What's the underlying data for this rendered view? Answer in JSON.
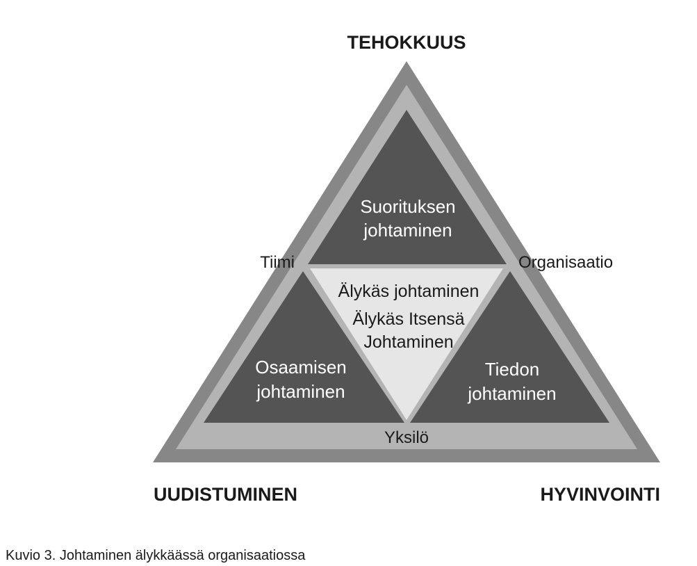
{
  "colors": {
    "outer_border": "#878787",
    "inner_band": "#b4b4b4",
    "dark_triangle": "#545454",
    "center_triangle": "#e6e6e6",
    "text": "#1a1a1a"
  },
  "corners": {
    "top": "TEHOKKUUS",
    "bottom_left": "UUDISTUMINEN",
    "bottom_right": "HYVINVOINTI"
  },
  "edges": {
    "left": "Tiimi",
    "right": "Organisaatio",
    "bottom": "Yksilö"
  },
  "segments": {
    "top": [
      "Suorituksen",
      "johtaminen"
    ],
    "left": [
      "Osaamisen",
      "johtaminen"
    ],
    "right": [
      "Tiedon",
      "johtaminen"
    ],
    "center": [
      "Älykäs johtaminen",
      "Älykäs Itsensä",
      "Johtaminen"
    ]
  },
  "caption": "Kuvio 3. Johtaminen älykkäässä organisaatiossa"
}
